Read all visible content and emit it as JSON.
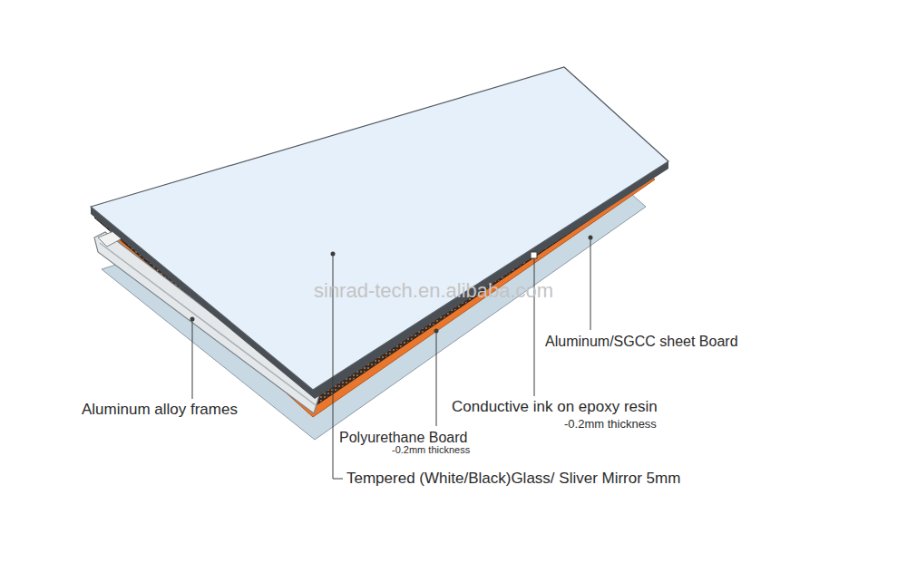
{
  "diagram": {
    "labels": [
      "sinrad-tech.en.alibaba.com",
      "Aluminum/SGCC sheet Board",
      "Aluminum alloy frames",
      "Conductive ink on epoxy resin",
      "-0.2mm thickness",
      "Polyurethane Board",
      "-0.2mm thickness",
      "Tempered (White/Black)Glass/ Sliver Mirror 5mm"
    ]
  }
}
